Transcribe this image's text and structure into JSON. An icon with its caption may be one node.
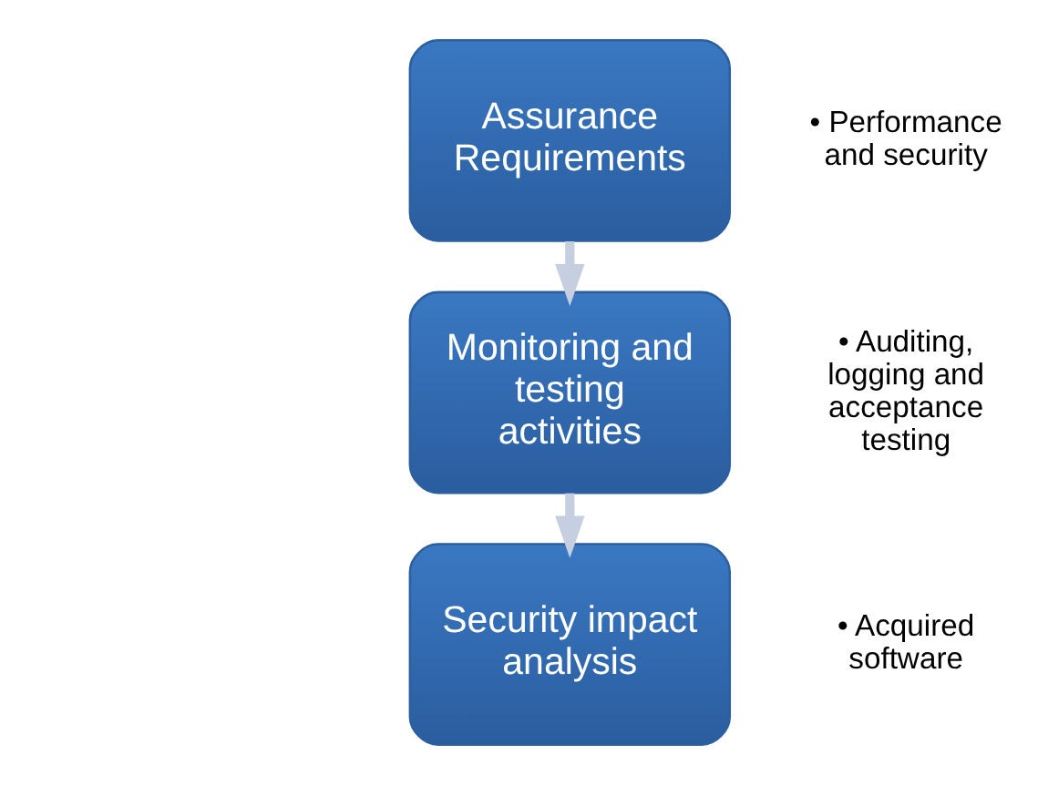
{
  "diagram": {
    "nodes": [
      {
        "text": [
          "Assurance Requirements"
        ],
        "beside": [
          "• Performance and security"
        ]
      },
      {
        "text": [
          "Monitoring and testing activities"
        ],
        "beside": [
          "• Auditing, logging and acceptance testing"
        ]
      },
      {
        "text": [
          "Security impact analysis"
        ],
        "beside": [
          "• Acquired software"
        ]
      }
    ],
    "edges": [
      {
        "from": 0,
        "to": 1,
        "arrow": "to"
      },
      {
        "from": 1,
        "to": 2,
        "arrow": "to"
      }
    ]
  }
}
